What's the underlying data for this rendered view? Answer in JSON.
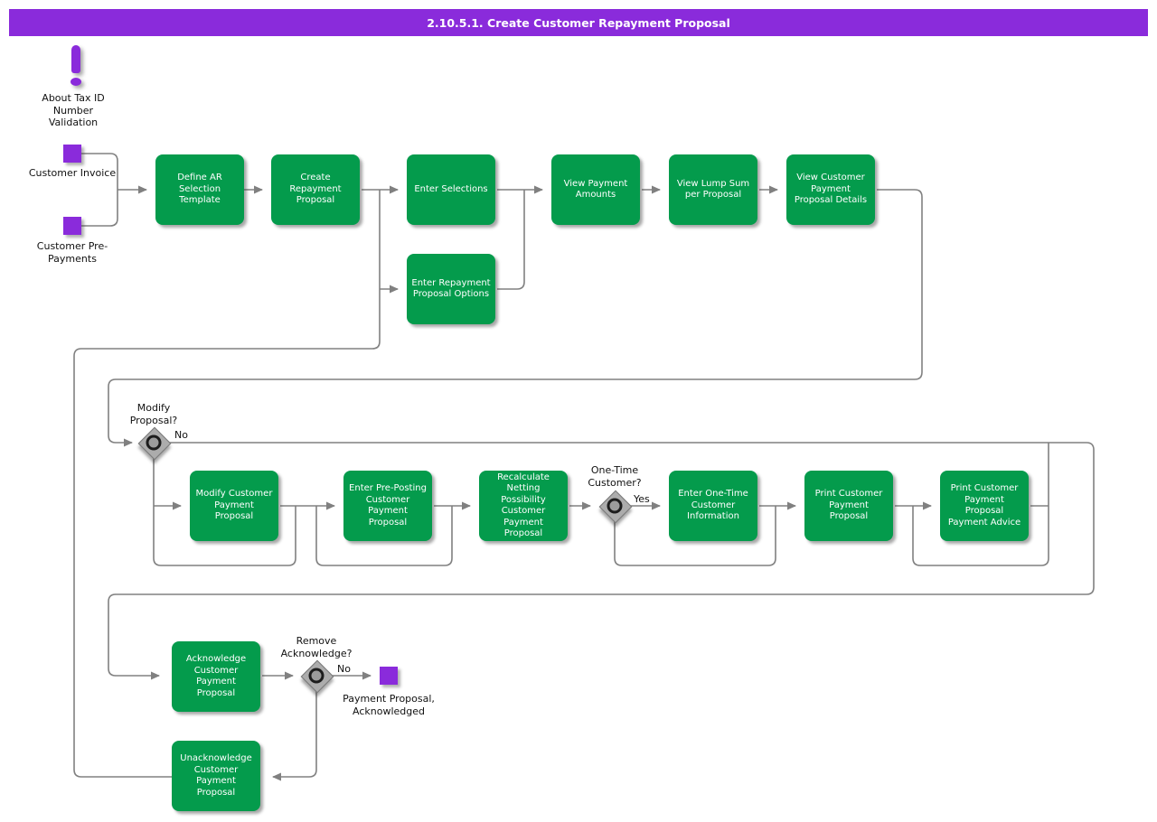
{
  "header": {
    "title": "2.10.5.1. Create Customer Repayment Proposal"
  },
  "colors": {
    "accent_purple": "#8A2BDB",
    "process_green": "#049B4C",
    "connector_gray": "#808080"
  },
  "annotation": {
    "label": "About Tax ID Number Validation"
  },
  "inputs": {
    "invoice": {
      "label": "Customer Invoice"
    },
    "prepayments": {
      "label": "Customer Pre-Payments"
    }
  },
  "processes": {
    "define_ar": {
      "label": "Define AR Selection Template"
    },
    "create_repayment": {
      "label": "Create Repayment Proposal"
    },
    "enter_selections": {
      "label": "Enter Selections"
    },
    "enter_options": {
      "label": "Enter Repayment Proposal Options"
    },
    "view_payment_amounts": {
      "label": "View Payment Amounts"
    },
    "view_lump_sum": {
      "label": "View Lump Sum per Proposal"
    },
    "view_proposal_details": {
      "label": "View Customer Payment Proposal Details"
    },
    "modify_proposal": {
      "label": "Modify Customer Payment Proposal"
    },
    "enter_preposting": {
      "label": "Enter Pre-Posting Customer Payment Proposal"
    },
    "recalculate_netting": {
      "label": "Recalculate Netting Possibility Customer Payment Proposal"
    },
    "enter_one_time": {
      "label": "Enter One-Time Customer Information"
    },
    "print_proposal": {
      "label": "Print Customer Payment Proposal"
    },
    "print_advice": {
      "label": "Print Customer Payment Proposal Payment Advice"
    },
    "acknowledge": {
      "label": "Acknowledge Customer Payment Proposal"
    },
    "unacknowledge": {
      "label": "Unacknowledge Customer Payment Proposal"
    }
  },
  "decisions": {
    "modify": {
      "question": "Modify Proposal?",
      "branch": "No"
    },
    "one_time": {
      "question": "One-Time Customer?",
      "branch": "Yes"
    },
    "remove_ack": {
      "question": "Remove Acknowledge?",
      "branch": "No"
    }
  },
  "outputs": {
    "acknowledged": {
      "label": "Payment Proposal, Acknowledged"
    }
  }
}
